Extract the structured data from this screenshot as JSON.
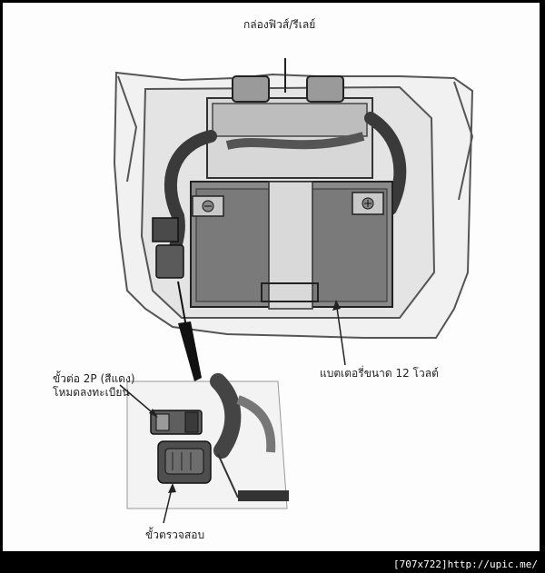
{
  "labels": {
    "fuse_relay_box": "กล่องฟิวส์/รีเลย์",
    "battery": "แบตเตอรี่ขนาด 12 โวลต์",
    "connector_line1": "ขั้วต่อ 2P (สีแดง)",
    "connector_line2": "โหมดลงทะเบียน",
    "test_terminal": "ขั้วตรวจสอบ"
  },
  "watermark": "[707x722]http://upic.me/",
  "colors": {
    "background": "#fdfdfd",
    "outer_border": "#000000",
    "ink": "#222222",
    "dark_shade": "#3a3a3a",
    "mid_shade": "#7a7a7a",
    "light_shade": "#cfcfcf"
  }
}
